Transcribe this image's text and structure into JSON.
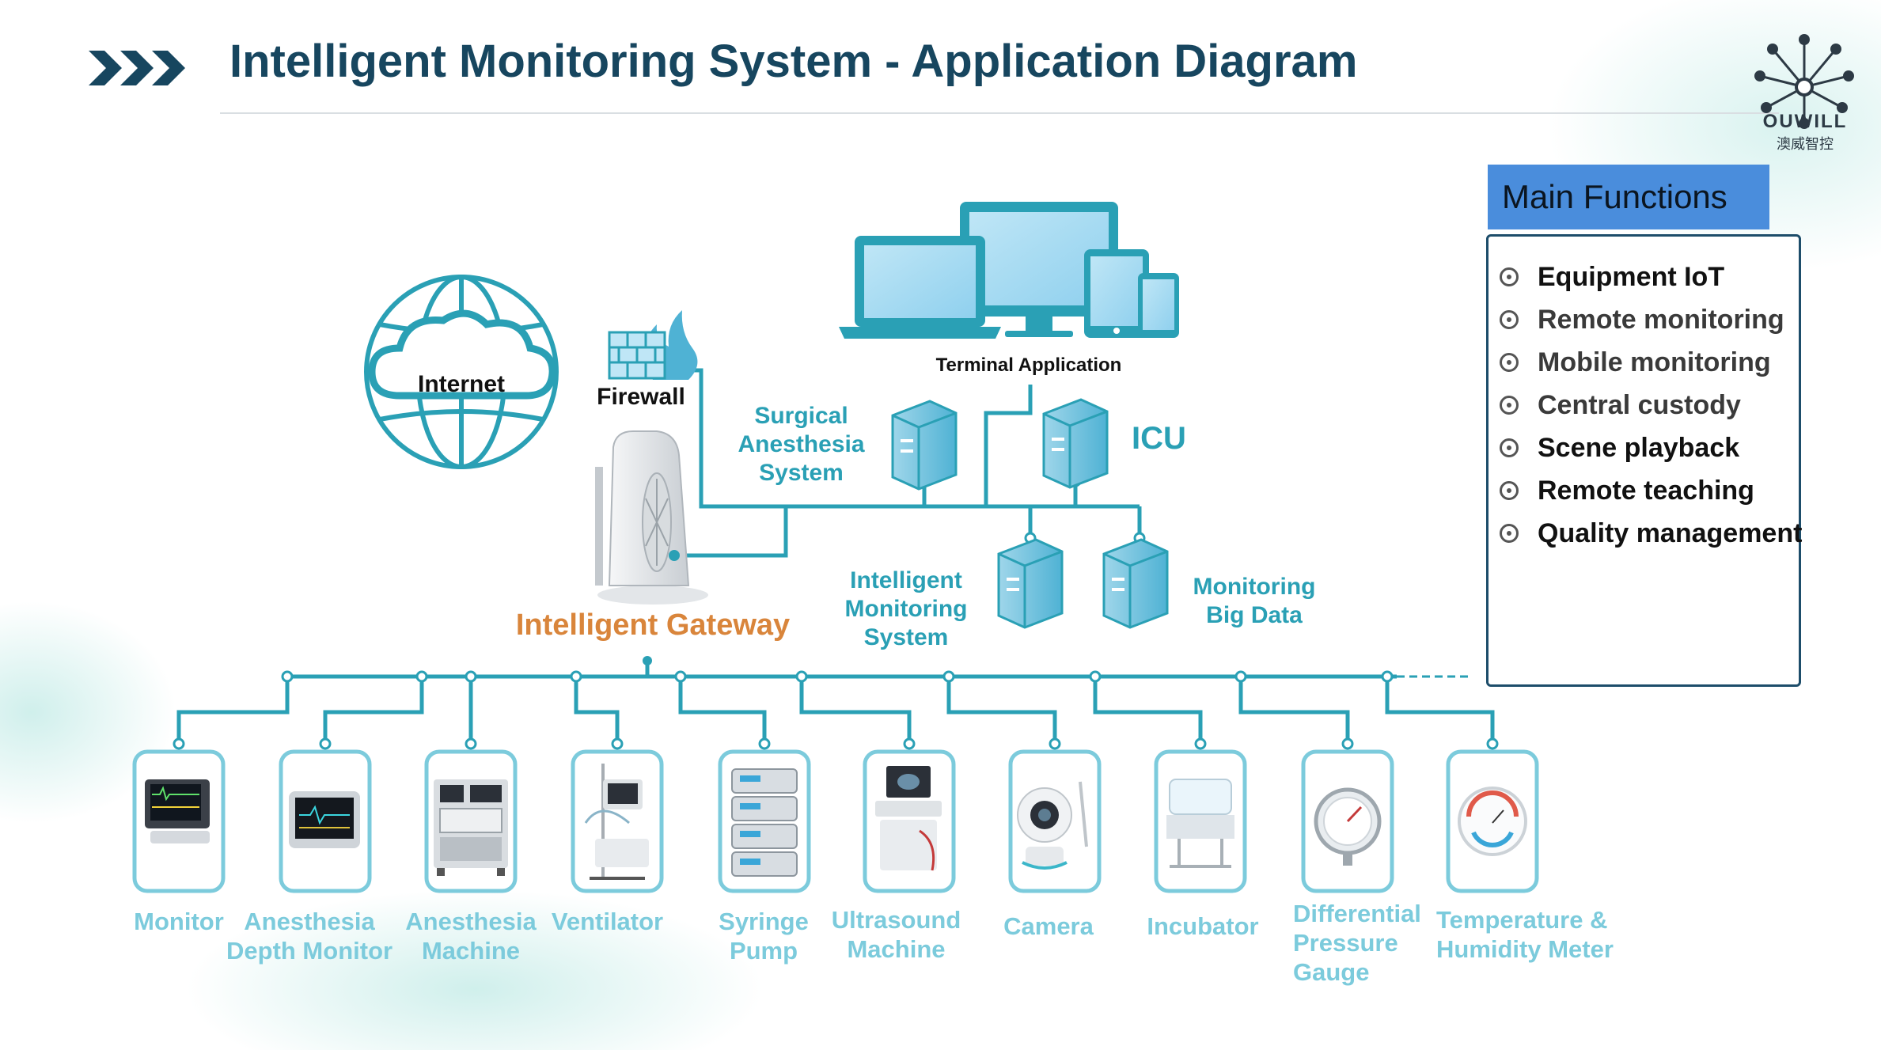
{
  "title": "Intelligent Monitoring System - Application Diagram",
  "logo": {
    "wordmark": "OUWILL",
    "cn_text": "澳威智控"
  },
  "nodes": {
    "internet": "Internet",
    "firewall": "Firewall",
    "terminal": "Terminal Application",
    "icu": "ICU",
    "surgical": [
      "Surgical",
      "Anesthesia",
      "System"
    ],
    "ims": [
      "Intelligent",
      "Monitoring",
      "System"
    ],
    "bigdata": [
      "Monitoring",
      "Big Data"
    ],
    "gateway": "Intelligent Gateway"
  },
  "devices": [
    {
      "line1": "Monitor",
      "line2": ""
    },
    {
      "line1": "Anesthesia",
      "line2": "Depth Monitor"
    },
    {
      "line1": "Anesthesia",
      "line2": "Machine"
    },
    {
      "line1": "Ventilator",
      "line2": ""
    },
    {
      "line1": "Syringe",
      "line2": "Pump"
    },
    {
      "line1": "Ultrasound",
      "line2": "Machine"
    },
    {
      "line1": "Camera",
      "line2": ""
    },
    {
      "line1": "Incubator",
      "line2": ""
    },
    {
      "line1": "Differential",
      "line2": "Pressure",
      "line3": "Gauge"
    },
    {
      "line1": "Temperature &",
      "line2": "Humidity Meter"
    }
  ],
  "main_functions": {
    "header": "Main Functions",
    "items": [
      "Equipment IoT",
      "Remote monitoring",
      "Mobile monitoring",
      "Central custody",
      "Scene playback",
      "Remote teaching",
      "Quality management"
    ]
  },
  "colors": {
    "title": "#17465f",
    "line": "#2aa0b5",
    "gateway_label": "#d9853b",
    "device_label": "#7ccbdc",
    "panel_header": "#4a8ddc",
    "panel_border": "#1d4d6a"
  }
}
